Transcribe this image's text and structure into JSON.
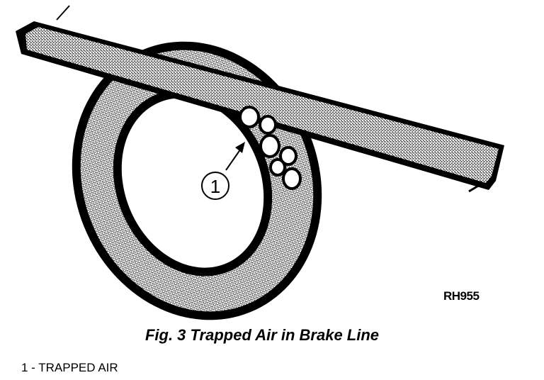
{
  "diagram": {
    "callout_number": "1",
    "reference_code": "RH955",
    "caption": "Fig. 3 Trapped Air in Brake Line",
    "legend_items": [
      "1 - TRAPPED AIR"
    ]
  }
}
